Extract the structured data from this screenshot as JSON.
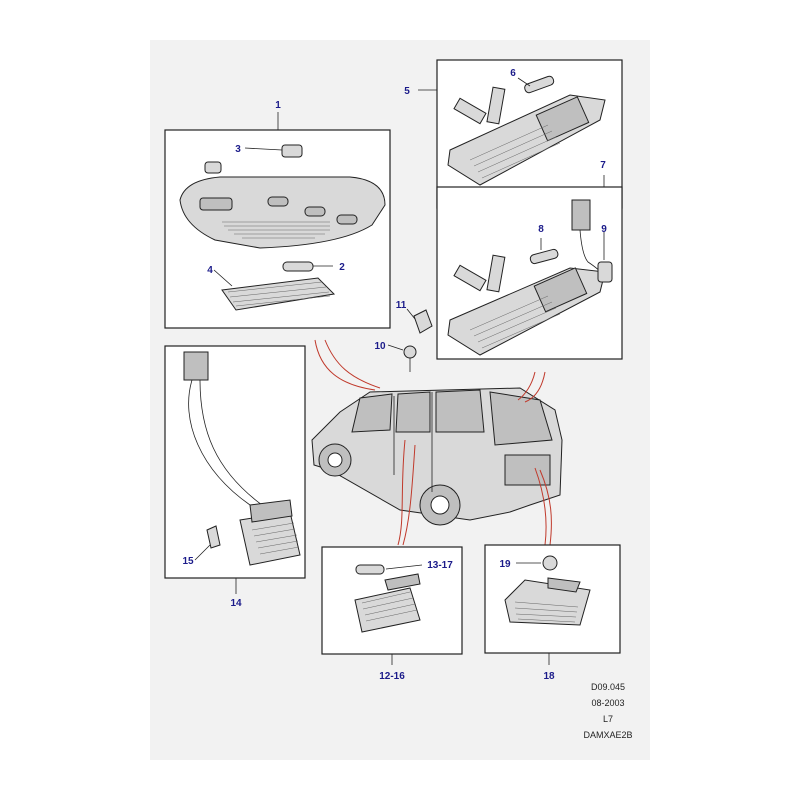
{
  "callouts": {
    "c1": "1",
    "c2": "2",
    "c3": "3",
    "c4": "4",
    "c5": "5",
    "c6": "6",
    "c7": "7",
    "c8": "8",
    "c9": "9",
    "c10": "10",
    "c11": "11",
    "c12_16": "12-16",
    "c13_17": "13-17",
    "c14": "14",
    "c15": "15",
    "c18": "18",
    "c19": "19"
  },
  "info": {
    "line1": "D09.045",
    "line2": "08-2003",
    "line3": "L7",
    "line4": "DAMXAE2B"
  },
  "colors": {
    "label": "#1b1b8a",
    "guide_line": "#c0392b",
    "background": "#f2f2f2"
  }
}
